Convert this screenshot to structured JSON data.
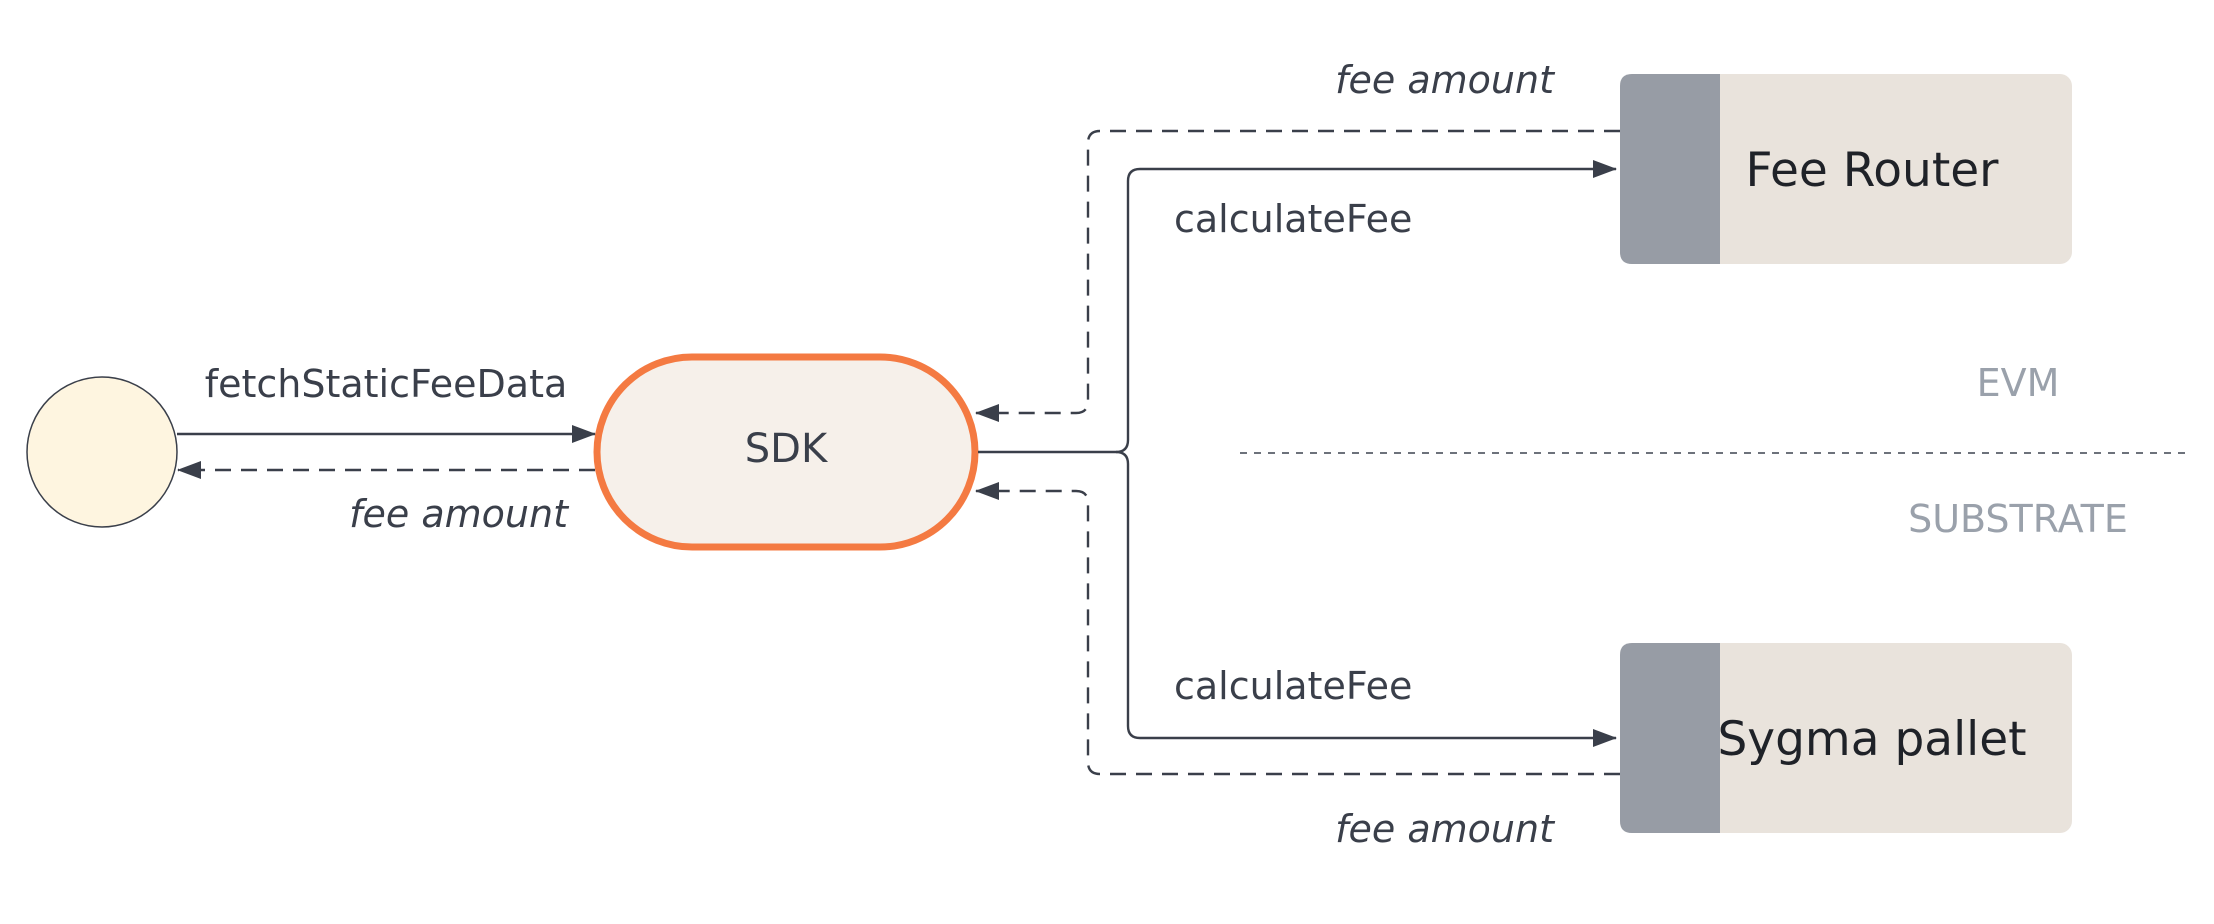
{
  "nodes": {
    "sdk": {
      "label": "SDK"
    },
    "fee_router": {
      "label": "Fee Router"
    },
    "sygma_pallet": {
      "label": "Sygma pallet"
    }
  },
  "edges": {
    "to_sdk": {
      "label": "fetchStaticFeeData"
    },
    "from_sdk": {
      "label": "fee amount"
    },
    "to_fee_router": {
      "label": "calculateFee"
    },
    "from_fee_router": {
      "label": "fee amount"
    },
    "to_sygma_pallet": {
      "label": "calculateFee"
    },
    "from_sygma_pallet": {
      "label": "fee amount"
    }
  },
  "regions": {
    "upper": "EVM",
    "lower": "SUBSTRATE"
  },
  "colors": {
    "caller_fill": "#fef5e0",
    "sdk_fill": "#f6f0ea",
    "sdk_stroke": "#f47a42",
    "target_fill": "#e9e3dc",
    "target_band": "#979ca5",
    "line": "#3a3f4a",
    "region_text": "#9aa1ab"
  }
}
